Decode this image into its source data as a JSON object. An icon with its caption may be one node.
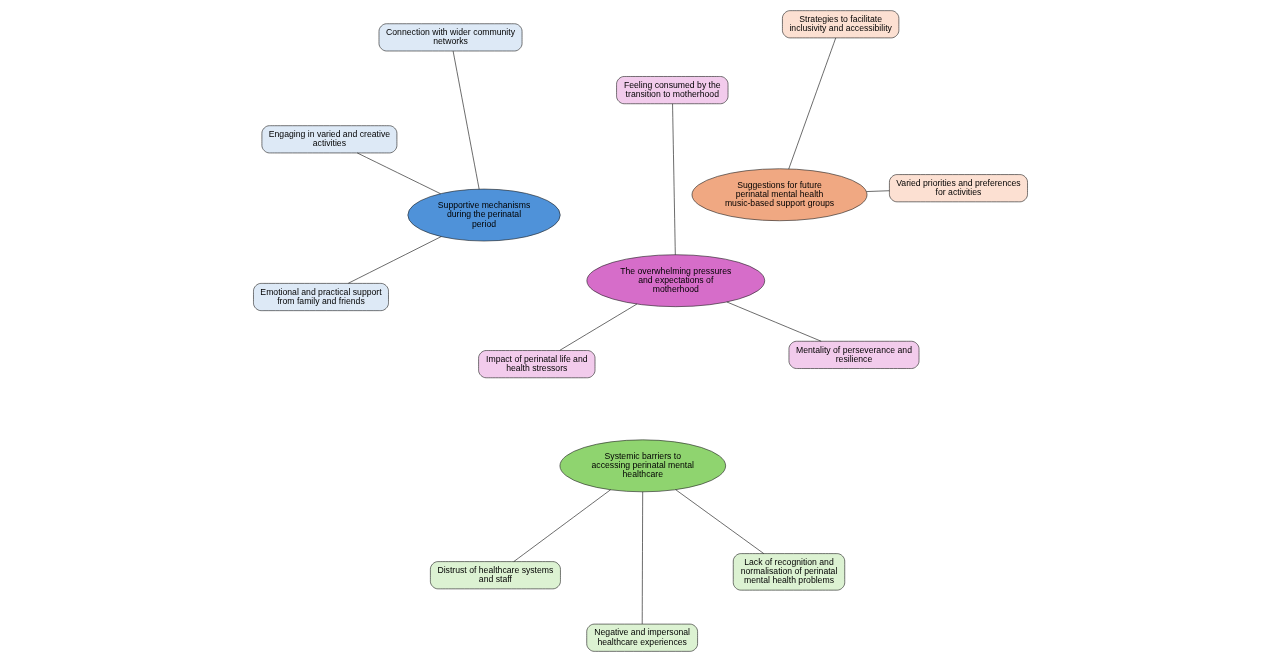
{
  "diagram": {
    "nodes": [
      {
        "text": [
          "Supportive mechanisms during the perinatal period"
        ]
      },
      {
        "text": [
          "Connection with wider community networks"
        ]
      },
      {
        "text": [
          "Emotional and practical support from family and friends"
        ]
      },
      {
        "text": [
          "Engaging in varied and creative activities"
        ]
      },
      {
        "text": [
          "The overwhelming pressures and expectations of motherhood"
        ]
      },
      {
        "text": [
          "Feeling consumed by the transition to motherhood"
        ]
      },
      {
        "text": [
          "Impact of perinatal life and health stressors"
        ]
      },
      {
        "text": [
          "Mentality of perseverance and resilience"
        ]
      },
      {
        "text": [
          "Systemic barriers to accessing perinatal mental healthcare"
        ]
      },
      {
        "text": [
          "Lack of recognition and normalisation of perinatal mental health problems"
        ]
      },
      {
        "text": [
          "Negative and impersonal healthcare experiences"
        ]
      },
      {
        "text": [
          "Distrust of healthcare systems and staff"
        ]
      },
      {
        "text": [
          "Suggestions for future perinatal mental health music-based support groups"
        ]
      },
      {
        "text": [
          "Varied priorities and preferences for activities"
        ]
      },
      {
        "text": [
          "Strategies to facilitate inclusivity and accessibility"
        ]
      }
    ],
    "edges": [
      {
        "from": 0,
        "to": 1,
        "arrow": "none"
      },
      {
        "from": 0,
        "to": 2,
        "arrow": "none"
      },
      {
        "from": 0,
        "to": 3,
        "arrow": "none"
      },
      {
        "from": 4,
        "to": 5,
        "arrow": "none"
      },
      {
        "from": 4,
        "to": 6,
        "arrow": "none"
      },
      {
        "from": 4,
        "to": 7,
        "arrow": "none"
      },
      {
        "from": 8,
        "to": 9,
        "arrow": "none"
      },
      {
        "from": 8,
        "to": 10,
        "arrow": "none"
      },
      {
        "from": 8,
        "to": 11,
        "arrow": "none"
      },
      {
        "from": 12,
        "to": 13,
        "arrow": "none"
      },
      {
        "from": 12,
        "to": 14,
        "arrow": "none"
      }
    ]
  }
}
